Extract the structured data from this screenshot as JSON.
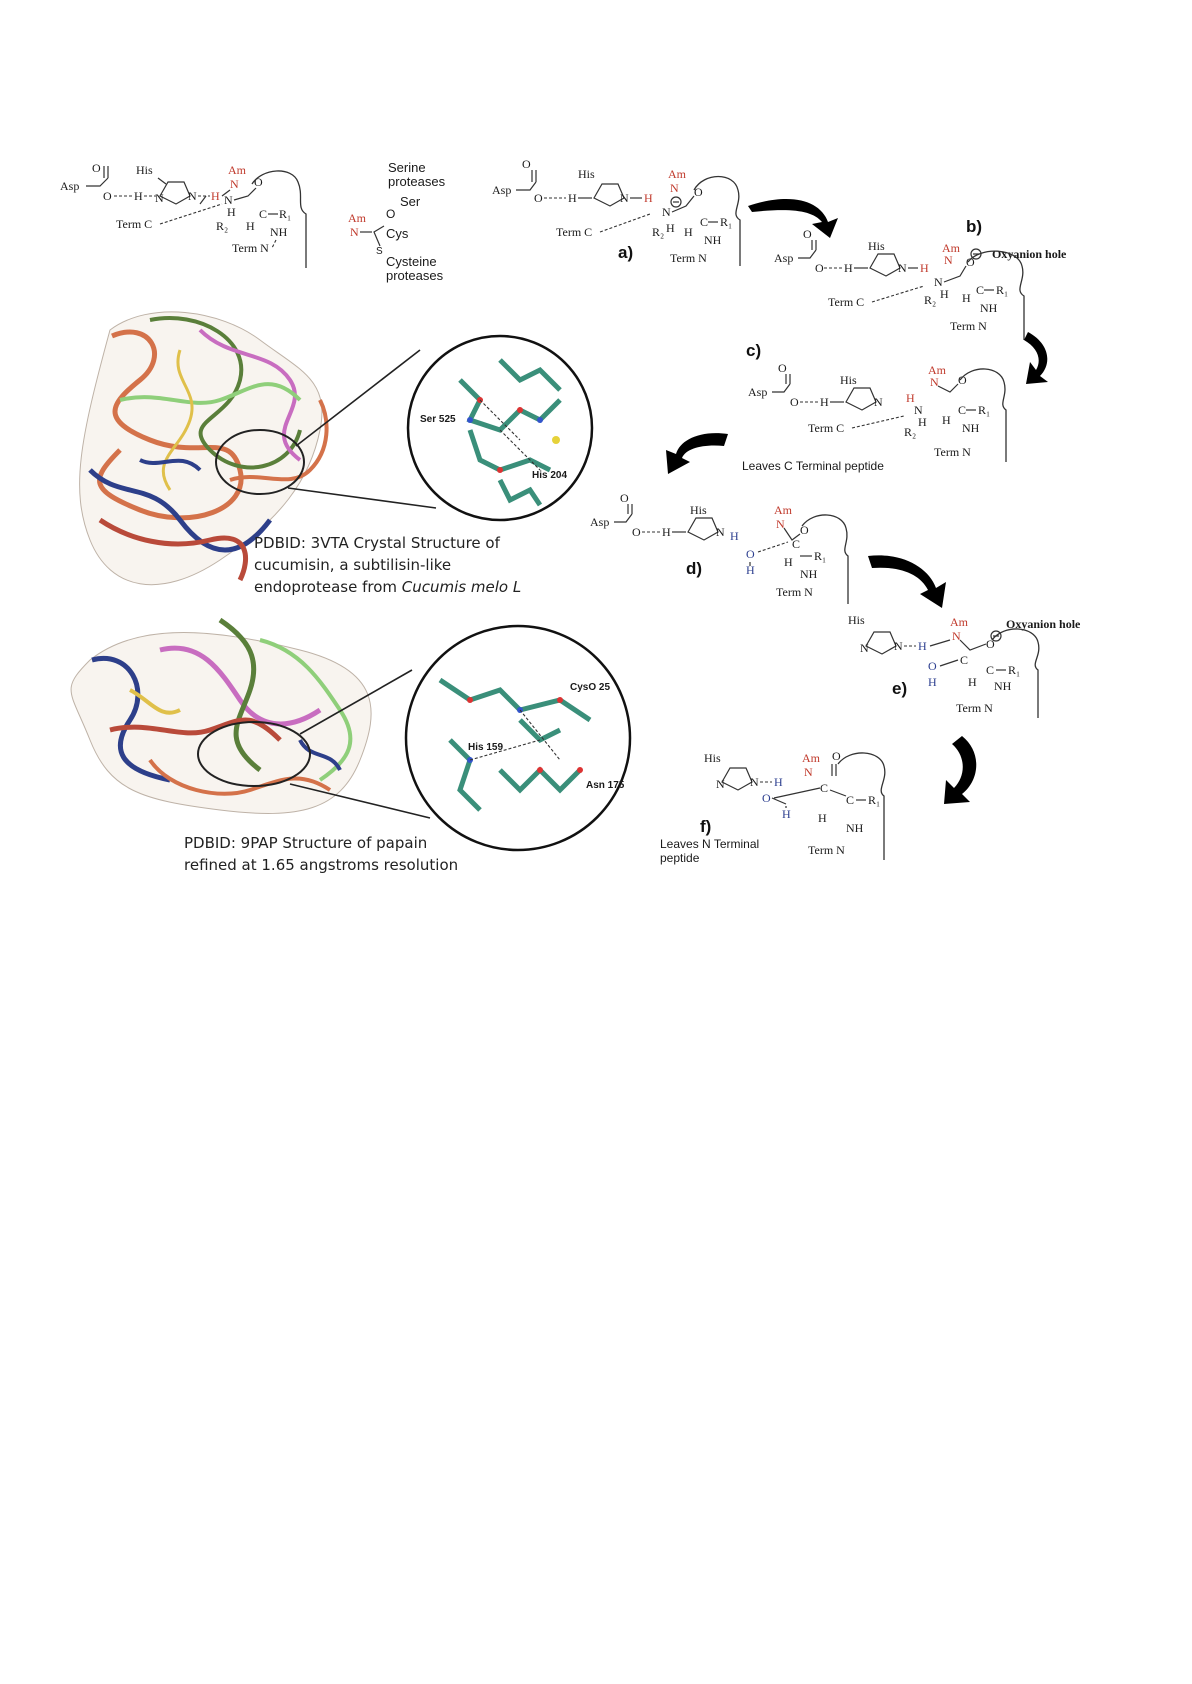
{
  "labels": {
    "asp": "Asp",
    "his": "His",
    "am": "Am",
    "n": "N",
    "h": "H",
    "o": "O",
    "c": "C",
    "nh": "NH",
    "r1": "R₁",
    "r2": "R₂",
    "term_c": "Term C",
    "term_n": "Term N",
    "ser": "Ser",
    "cys": "Cys",
    "s": "S"
  },
  "protease_types": {
    "serine": [
      "Serine",
      "proteases"
    ],
    "cysteine": [
      "Cysteine",
      "proteases"
    ]
  },
  "steps": {
    "a": "a)",
    "b": "b)",
    "c": "c)",
    "d": "d)",
    "e": "e)",
    "f": "f)"
  },
  "notes": {
    "oxyanion_hole": "Oxyanion hole",
    "leaves_c": "Leaves C Terminal peptide",
    "leaves_n_1": "Leaves N Terminal",
    "leaves_n_2": "peptide"
  },
  "structures": {
    "cucumisin": {
      "residue_1": "Ser 525",
      "residue_2": "His 204",
      "caption_1": "PDBID: 3VTA Crystal Structure of",
      "caption_2": "cucumisin, a subtilisin-like",
      "caption_3_prefix": "endoprotease from ",
      "caption_3_italic": "Cucumis melo L"
    },
    "papain": {
      "residue_1": "CysO 25",
      "residue_2": "His 159",
      "residue_3": "Asn 175",
      "caption_1": "PDBID: 9PAP Structure of papain",
      "caption_2": "refined at 1.65 angstroms resolution"
    }
  },
  "colors": {
    "red_atoms": "#c0392b",
    "blue_atoms": "#2c3e8f",
    "stick_green": "#3a8f7a",
    "arrow": "#000000"
  }
}
